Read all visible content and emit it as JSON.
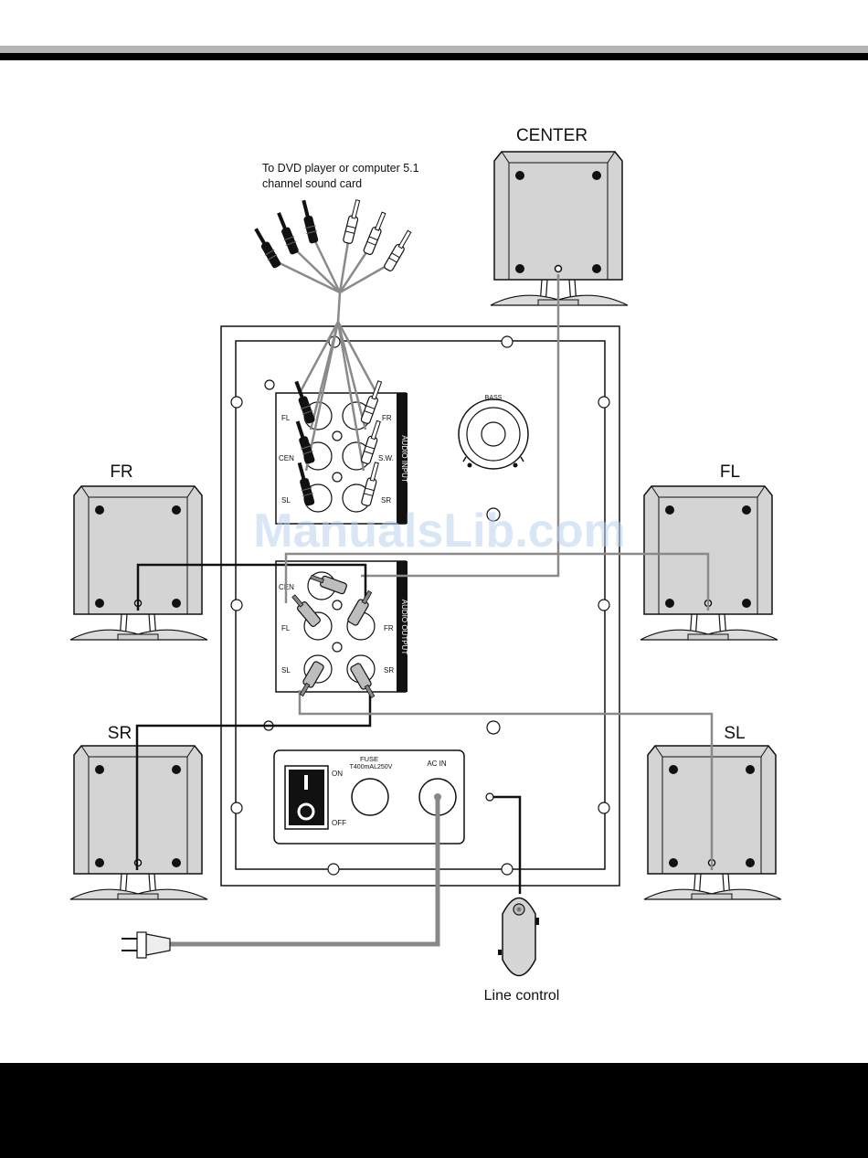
{
  "speakers": {
    "center": "CENTER",
    "fr": "FR",
    "fl": "FL",
    "sr": "SR",
    "sl": "SL"
  },
  "source_note": {
    "line1": "To DVD player or computer 5.1",
    "line2": "channel sound card"
  },
  "audio_input": {
    "title": "AUDIO INPUT",
    "jacks": [
      "FL",
      "FR",
      "CEN",
      "S.W.",
      "SL",
      "SR"
    ]
  },
  "audio_output": {
    "title": "AUDIO OUTPUT",
    "jacks": [
      "CEN",
      "FL",
      "FR",
      "SL",
      "SR"
    ]
  },
  "bass_knob": "BASS",
  "power_panel": {
    "on": "ON",
    "off": "OFF",
    "fuse_label": "FUSE",
    "fuse_rating": "T400mAL250V",
    "ac_in": "AC IN"
  },
  "line_control": "Line control",
  "watermark": "ManualsLib.com",
  "colors": {
    "cable_gray": "#8a8a8a",
    "cable_black": "#111111",
    "speaker_fill": "#d4d4d4",
    "footer": "#000000"
  }
}
